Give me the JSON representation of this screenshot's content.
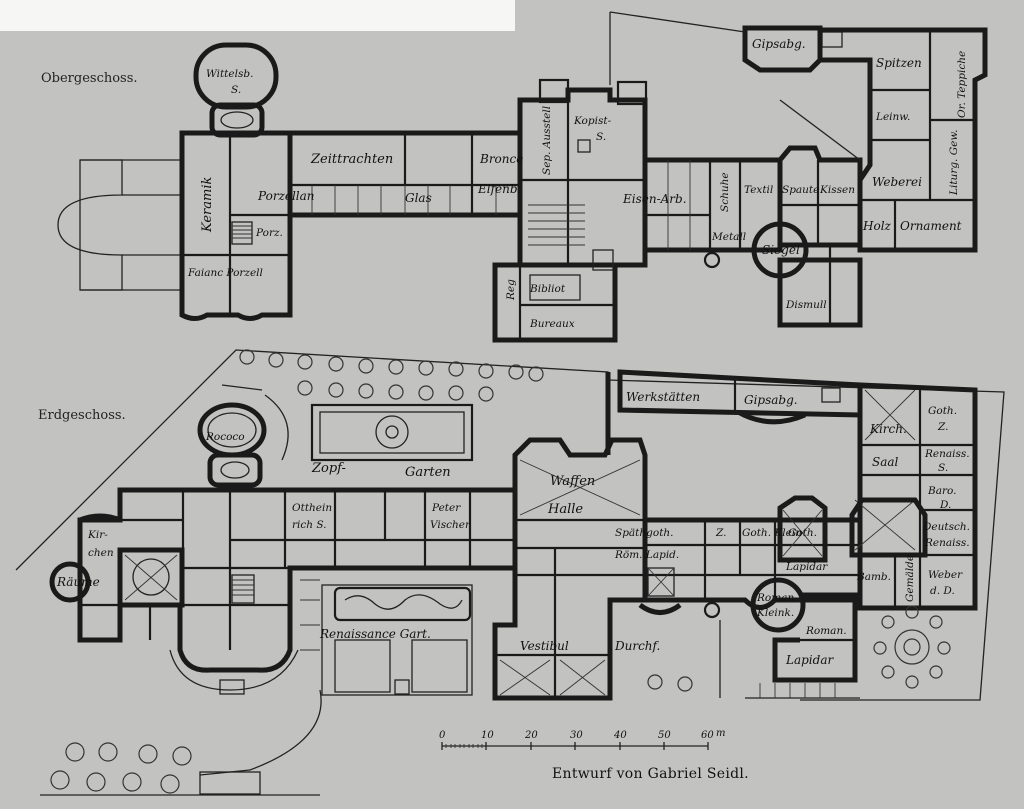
{
  "floors": {
    "upper": "Obergeschoss.",
    "ground": "Erdgeschoss."
  },
  "upper_rooms": {
    "wittelsb": "Wittelsb.",
    "wittelsb_s": "S.",
    "keramik": "Keramik",
    "zeittrachten": "Zeittrachten",
    "porzellan": "Porzellan",
    "porz": "Porz.",
    "glas": "Glas",
    "fajanc_porzell": "Faianc Porzell",
    "bronce": "Bronce",
    "elfenb": "Elfenb.",
    "sep_ausstell": "Sep. Ausstell",
    "kopist": "Kopist-",
    "kopist_s": "S.",
    "bibliot": "Bibliot",
    "reg": "Reg",
    "bureaux": "Bureaux",
    "eisen_arb": "Eisen-Arb.",
    "schuhe": "Schuhe",
    "textil": "Textil",
    "spaute": "Spaute",
    "kissen": "Kissen",
    "metall": "Metall",
    "siegel": "Siegel",
    "dismull": "Dismull",
    "gipsabg": "Gipsabg.",
    "spitzen": "Spitzen",
    "leinw": "Leinw.",
    "webere": "Weberei",
    "holz": "Holz",
    "ornament": "Ornament",
    "liturg_gew": "Liturg. Gew.",
    "or_teppiche": "Or. Teppiche"
  },
  "ground_rooms": {
    "rococo": "Rococo",
    "zopf_garten_1": "Zopf-",
    "zopf_garten_2": "Garten",
    "ottheinrich_1": "Otthein",
    "ottheinrich_2": "rich S.",
    "peter_vischer_1": "Peter",
    "peter_vischer_2": "Vischer",
    "waffen": "Waffen",
    "halle": "Halle",
    "kirchen_1": "Kir-",
    "kirchen_2": "chen",
    "raeume": "Räume",
    "renaissance_gart": "Renaissance Gart.",
    "vestibul": "Vestibul",
    "durchf": "Durchf.",
    "werkstaetten": "Werkstätten",
    "gipsabg": "Gipsabg.",
    "spaethgoth": "Späthgoth.",
    "roem_lapid": "Röm. Lapid.",
    "z": "Z.",
    "goth_klein": "Goth. Klein",
    "goth_lapidar_1": "Goth.",
    "goth_lapidar_2": "Lapidar",
    "roman_kleink_1": "Roman.",
    "roman_kleink_2": "Kleink.",
    "roman": "Roman.",
    "lapidar": "Lapidar",
    "kirch": "Kirch.",
    "saal": "Saal",
    "goth_z_1": "Goth.",
    "goth_z_2": "Z.",
    "renaiss_s_1": "Renaiss.",
    "renaiss_s_2": "S.",
    "barock_d_1": "Baro.",
    "barock_d_2": "D.",
    "deutsch_renaiss_1": "Deutsch.",
    "deutsch_renaiss_2": "Renaiss.",
    "bamb": "Bamb.",
    "gemaelde": "Gemälde",
    "weber_d_1": "Weber",
    "weber_d_2": "d. D."
  },
  "scale": {
    "ticks": [
      "0",
      "10",
      "20",
      "30",
      "40",
      "50",
      "60"
    ],
    "unit": "m"
  },
  "caption": "Entwurf von Gabriel Seidl."
}
